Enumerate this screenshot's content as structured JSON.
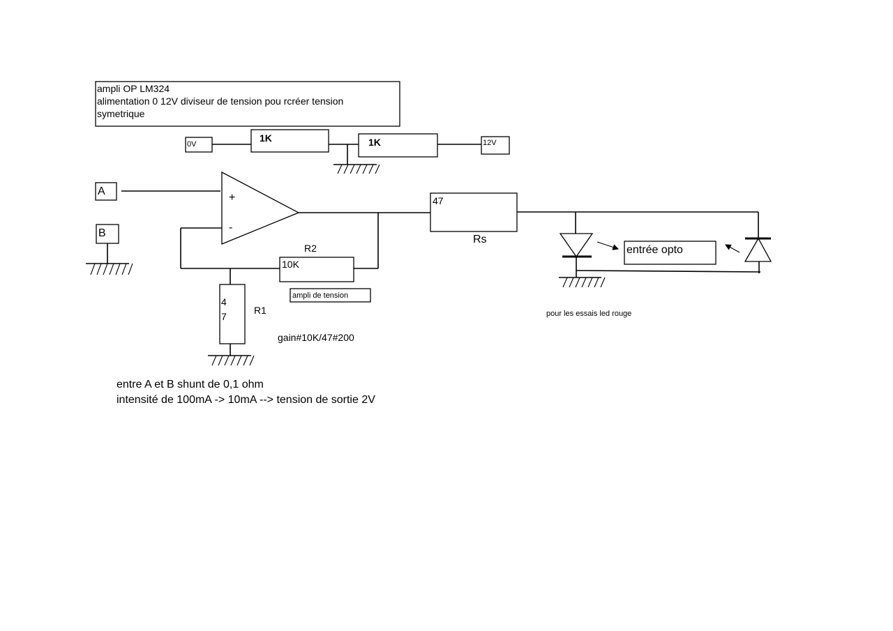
{
  "title_box": {
    "line1": "ampli OP LM324",
    "line2": "alimentation 0 12V  diviseur de tension pou rcréer tension",
    "line3": "symetrique"
  },
  "divider": {
    "left_label": "0V",
    "right_label": "12V",
    "r_left_value": "1K",
    "r_right_value": "1K"
  },
  "inputs": {
    "a": "A",
    "b": "B"
  },
  "opamp": {
    "plus": "+",
    "minus": "-"
  },
  "r2": {
    "name": "R2",
    "value": "10K",
    "caption": "ampli de tension"
  },
  "r1": {
    "name": "R1",
    "digit1": "4",
    "digit2": "7"
  },
  "gain": "gain#10K/47#200",
  "rs": {
    "name": "Rs",
    "value": "47"
  },
  "opto": {
    "label": "entrée  opto",
    "caption": "pour les essais led rouge"
  },
  "notes": {
    "line1": "entre A et B shunt de 0,1 ohm",
    "line2": "intensité de 100mA -> 10mA --> tension de sortie 2V"
  }
}
